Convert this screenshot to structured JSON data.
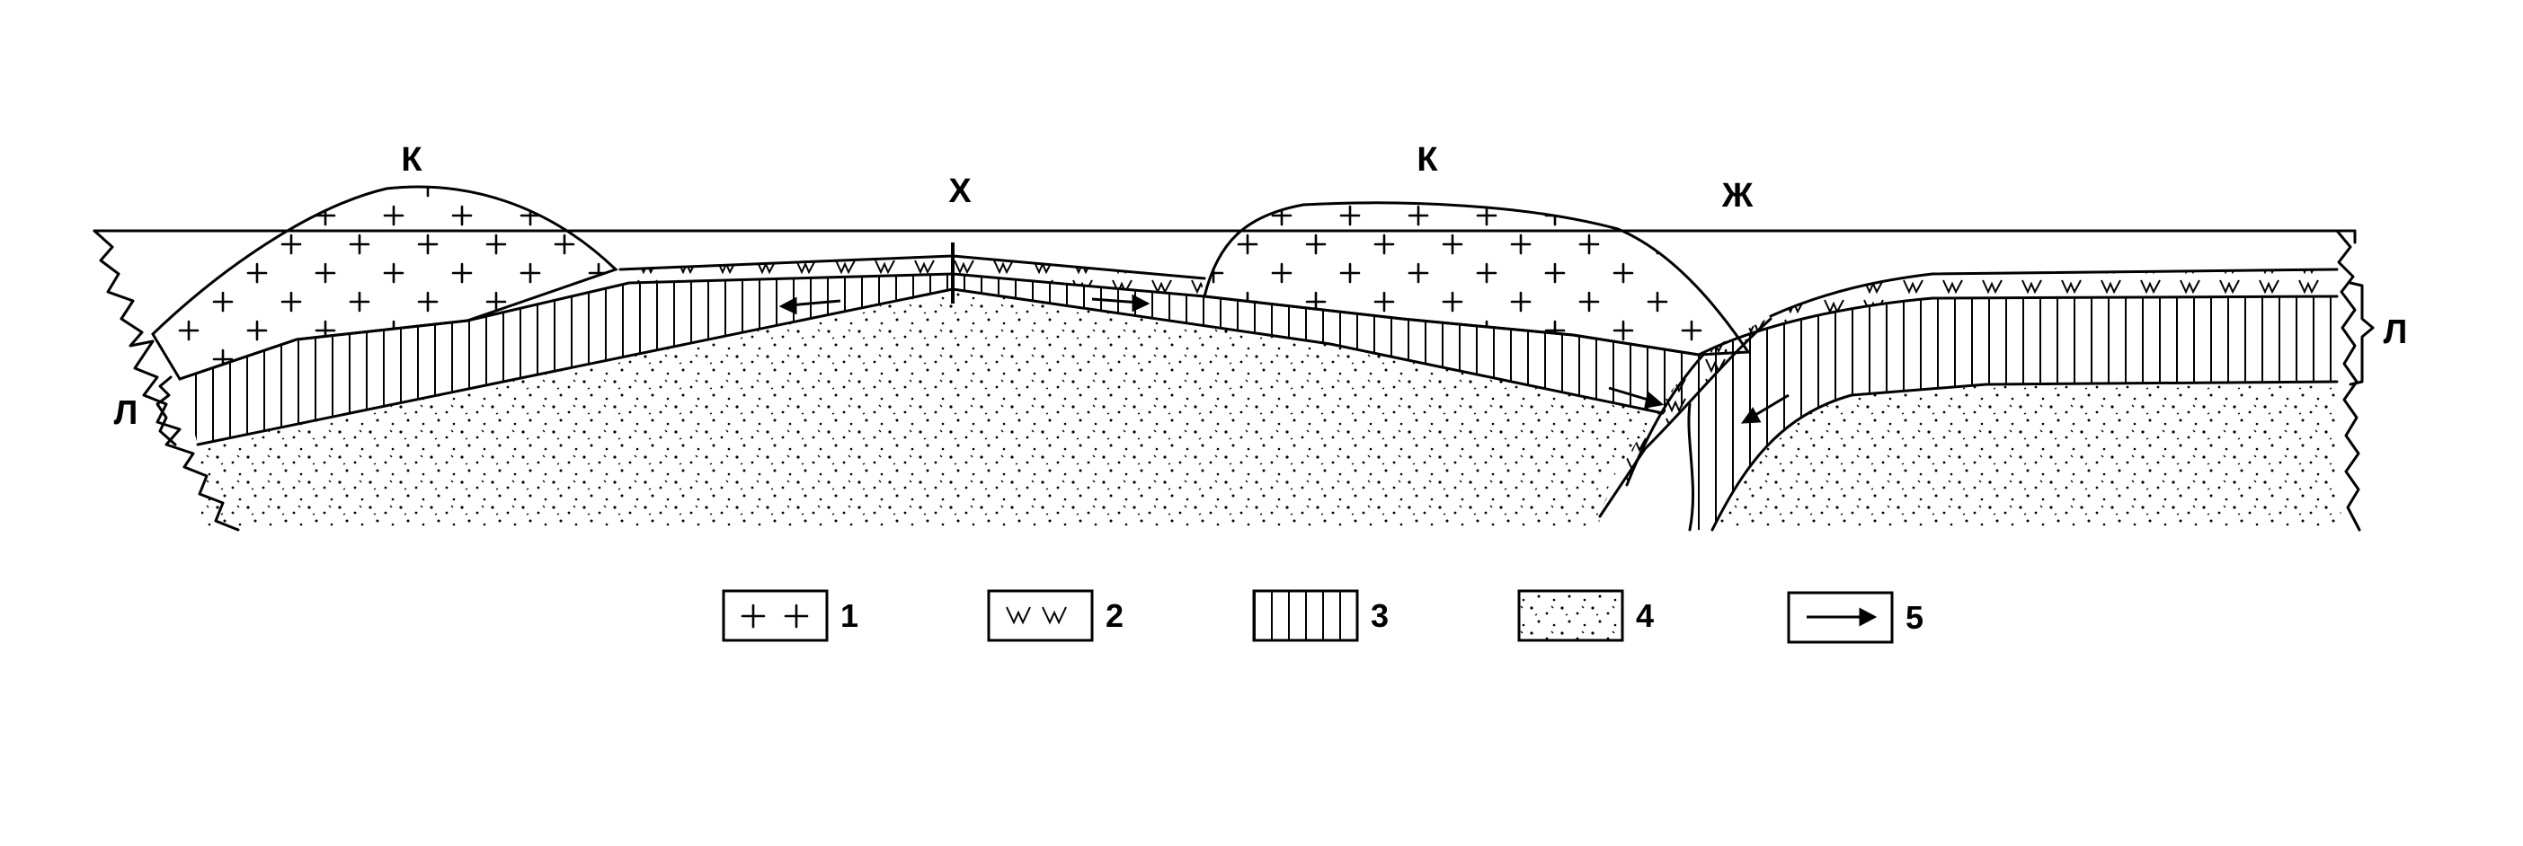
{
  "labels": {
    "hill_left": "К",
    "hill_right": "К",
    "ridge": "Х",
    "trench": "Ж",
    "layer_left": "Л",
    "layer_right": "Л"
  },
  "legend": [
    {
      "number": "1",
      "symbol": "crosses-icon"
    },
    {
      "number": "2",
      "symbol": "grass-icon"
    },
    {
      "number": "3",
      "symbol": "vertical-hatch-icon"
    },
    {
      "number": "4",
      "symbol": "dots-icon"
    },
    {
      "number": "5",
      "symbol": "arrow-icon"
    }
  ],
  "colors": {
    "ink": "#000000",
    "paper": "#ffffff"
  }
}
